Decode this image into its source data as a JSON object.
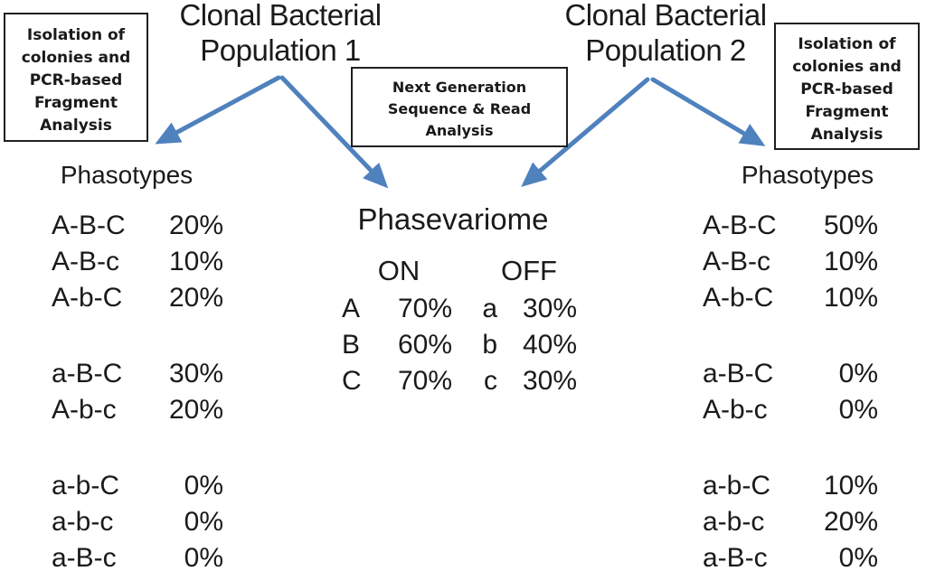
{
  "diagram": {
    "population1": {
      "line1": "Clonal Bacterial",
      "line2": "Population 1"
    },
    "population2": {
      "line1": "Clonal Bacterial",
      "line2": "Population 2"
    },
    "isolation_box_left": {
      "lines": [
        "Isolation of",
        "colonies and",
        "PCR-based",
        "Fragment",
        "Analysis"
      ]
    },
    "isolation_box_right": {
      "lines": [
        "Isolation of",
        "colonies and",
        "PCR-based",
        "Fragment",
        "Analysis"
      ]
    },
    "ngs_box": {
      "lines": [
        "Next Generation",
        "Sequence & Read",
        "Analysis"
      ]
    },
    "phasotypes_left": {
      "heading": "Phasotypes",
      "groups": [
        [
          {
            "label": "A-B-C",
            "value": "20%"
          },
          {
            "label": "A-B-c",
            "value": "10%"
          },
          {
            "label": "A-b-C",
            "value": "20%"
          }
        ],
        [
          {
            "label": "a-B-C",
            "value": "30%"
          },
          {
            "label": "A-b-c",
            "value": "20%"
          }
        ],
        [
          {
            "label": "a-b-C",
            "value": "0%"
          },
          {
            "label": "a-b-c",
            "value": "0%"
          },
          {
            "label": "a-B-c",
            "value": "0%"
          }
        ]
      ]
    },
    "phasotypes_right": {
      "heading": "Phasotypes",
      "groups": [
        [
          {
            "label": "A-B-C",
            "value": "50%"
          },
          {
            "label": "A-B-c",
            "value": "10%"
          },
          {
            "label": "A-b-C",
            "value": "10%"
          }
        ],
        [
          {
            "label": "a-B-C",
            "value": "0%"
          },
          {
            "label": "A-b-c",
            "value": "0%"
          }
        ],
        [
          {
            "label": "a-b-C",
            "value": "10%"
          },
          {
            "label": "a-b-c",
            "value": "20%"
          },
          {
            "label": "a-B-c",
            "value": "0%"
          }
        ]
      ]
    },
    "phasevariome": {
      "heading": "Phasevariome",
      "on_label": "ON",
      "off_label": "OFF",
      "rows": [
        {
          "on_gene": "A",
          "on_value": "70%",
          "off_gene": "a",
          "off_value": "30%"
        },
        {
          "on_gene": "B",
          "on_value": "60%",
          "off_gene": "b",
          "off_value": "40%"
        },
        {
          "on_gene": "C",
          "on_value": "70%",
          "off_gene": "c",
          "off_value": "30%"
        }
      ]
    },
    "colors": {
      "arrow": "#4f81bd",
      "box_border": "#1f1f1f",
      "text": "#1a1a1a"
    }
  }
}
